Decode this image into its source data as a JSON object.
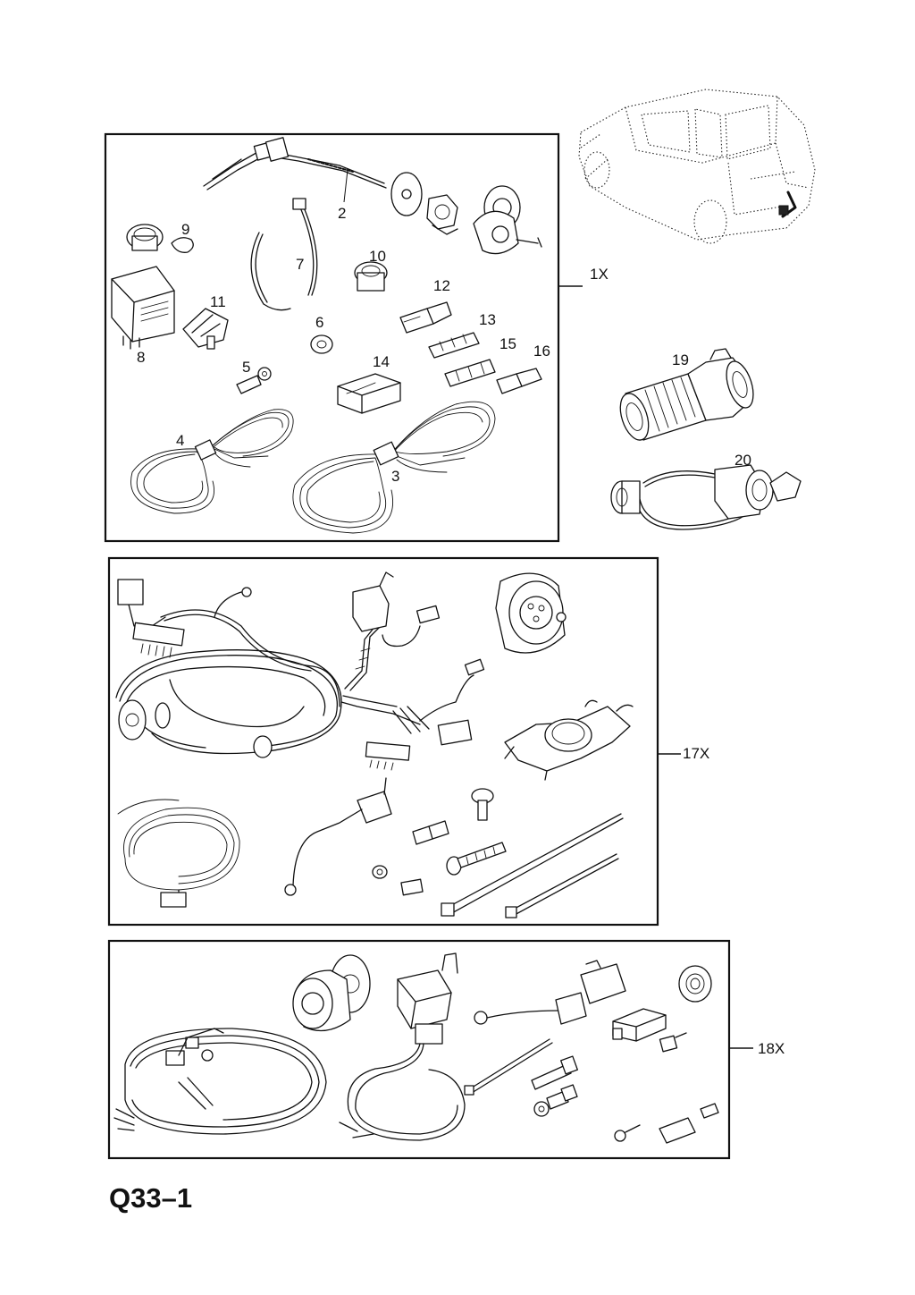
{
  "callouts": {
    "c2": "2",
    "c4": "4",
    "c3": "3",
    "c5": "5",
    "c6": "6",
    "c7": "7",
    "c8": "8",
    "c9": "9",
    "c10": "10",
    "c11": "11",
    "c12": "12",
    "c13": "13",
    "c14": "14",
    "c15": "15",
    "c16": "16",
    "c19": "19",
    "c20": "20"
  },
  "groups": {
    "g1": "1X",
    "g17": "17X",
    "g18": "18X"
  },
  "page_code": "Q33–1"
}
